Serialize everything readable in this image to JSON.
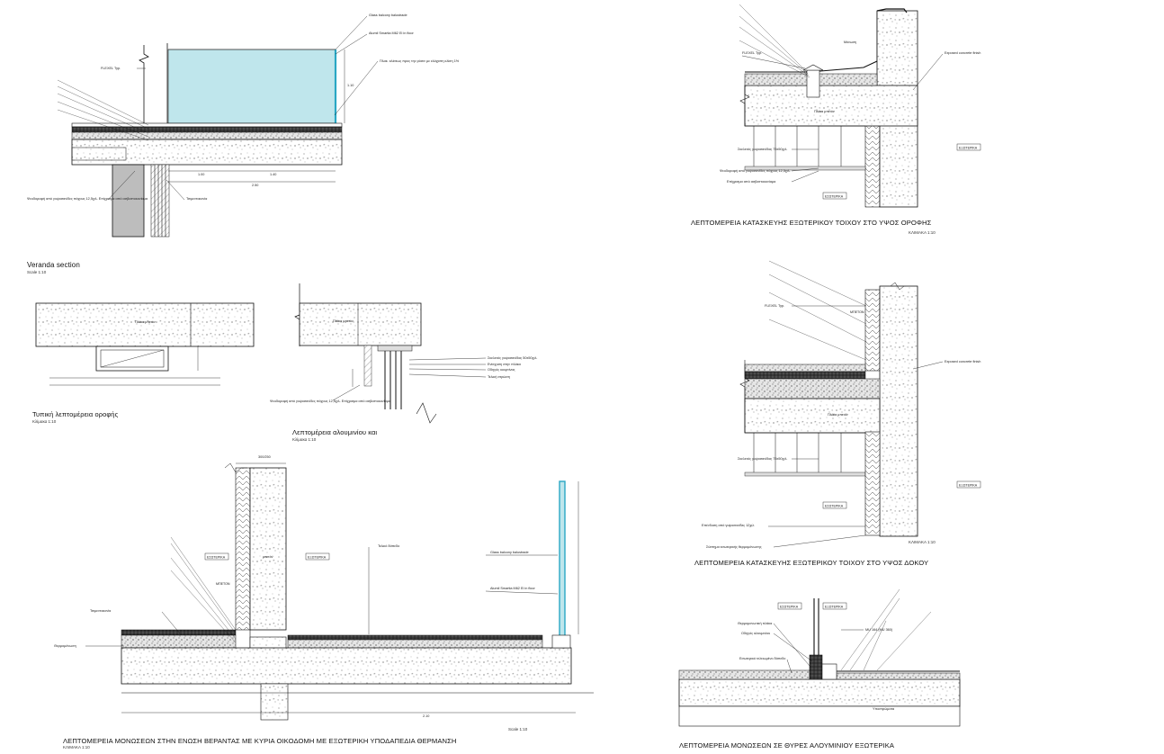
{
  "details": {
    "veranda": {
      "title": "Veranda section",
      "scale": "Scale 1:10",
      "notes": [
        "Glass balcony balustrade",
        "Alumil Smartia M62 Ei in floor",
        "FLEXEL Typ.",
        "Πλακ. κλίσεως προς την ρύσιν με ελάχιστη κλίση 1%",
        "Ψευδοροφή από γυψοσανίδες πάχους 12,5χιλ. Επίχρισμα από ασβεστοκονίαμα",
        "Τσιμεντοκονία"
      ],
      "dims": [
        "1.00",
        "1.40",
        "2.50",
        "1.10"
      ]
    },
    "roof_typical": {
      "title": "Τυπική λεπτομέρεια οροφής",
      "scale": "Κλίμακα 1:10",
      "inner_label": "Πλάκα μπετόν"
    },
    "aluminium": {
      "title": "Λεπτομέρεια αλουμινίου και",
      "scale": "Κλίμακα 1:10",
      "inner_label": "Πλάκα μπετόν",
      "notes": [
        "Σκελετός γυψοσανίδας 50x50χιλ.",
        "Ενίσχυση στην πλάκα",
        "Οδηγός κουρτίνας",
        "Τελική στρώση",
        "Ψευδοροφή από γυψοσανίδες πάχους 12,5χιλ. Επίχρισμα από ασβεστοκονίαμα"
      ]
    },
    "veranda_insulation": {
      "title": "ΛΕΠΤΟΜΕΡΕΙΑ ΜΟΝΩΣΕΩΝ ΣΤΗΝ ΕΝΩΣΗ ΒΕΡΑΝΤΑΣ ΜΕ ΚΥΡΙΑ ΟΙΚΟΔΟΜΗ ΜΕ ΕΞΩΤΕΡΙΚΗ ΥΠΟΔΑΠΕΔΙΑ ΘΕΡΜΑΝΣΗ",
      "scale": "ΚΛΙΜΑΚΑ 1:10",
      "scale_right": "Scale 1:10",
      "tags": [
        "ΕΣΩΤΕΡΙΚΑ",
        "ΕΞΩΤΕΡΙΚΑ",
        "ΜΠΕΤΟΝ",
        "μπετόν"
      ],
      "dims": [
        "300/250",
        "2.10"
      ],
      "notes": [
        "Glass balcony balustrade",
        "Alumil Smartia M62 Ei in floor",
        "Τελικό δάπεδο",
        "Τσιμεντοκονία",
        "Θερμομόνωση"
      ]
    },
    "wall_roof": {
      "title": "ΛΕΠΤΟΜΕΡΕΙΑ ΚΑΤΑΣΚΕΥΗΣ ΕΞΩΤΕΡΙΚΟΥ ΤΟΙΧΟΥ ΣΤΟ ΥΨΟΣ ΟΡΟΦΗΣ",
      "scale": "ΚΛΙΜΑΚΑ 1:10",
      "tags": [
        "ΕΣΩΤΕΡΙΚΑ",
        "ΕΞΩΤΕΡΙΚΑ",
        "Μόνωση",
        "Πλάκα μπετόν"
      ],
      "notes": [
        "Exposed concrete finish",
        "FLEXEL Typ.",
        "Σκελετός γυψοσανίδας 75x50χιλ.",
        "Ψευδοροφή από γυψοσανίδες πάχους 12,5χιλ.",
        "Επίχρισμα από ασβεστοκονίαμα"
      ]
    },
    "wall_beam": {
      "title": "ΛΕΠΤΟΜΕΡΕΙΑ ΚΑΤΑΣΚΕΥΗΣ ΕΞΩΤΕΡΙΚΟΥ ΤΟΙΧΟΥ ΣΤΟ ΥΨΟΣ ΔΟΚΟΥ",
      "scale": "ΚΛΙΜΑΚΑ 1:10",
      "tags": [
        "ΕΣΩΤΕΡΙΚΑ",
        "ΕΞΩΤΕΡΙΚΑ",
        "ΜΠΕΤΟΝ",
        "Πλάκα μπετόν"
      ],
      "notes": [
        "Exposed concrete finish",
        "FLEXEL Typ.",
        "Σκελετός γυψοσανίδας 75x50χιλ.",
        "Επένδυση από γυψοσανίδες 12χιλ.",
        "Σύστημα εσωτερικής θερμομόνωσης"
      ]
    },
    "aluminium_doors": {
      "title": "ΛΕΠΤΟΜΕΡΕΙΑ ΜΟΝΩΣΕΩΝ ΣΕ ΘΥΡΕΣ ΑΛΟΥΜΙΝΙΟΥ ΕΞΩΤΕΡΙΚΑ",
      "tags": [
        "ΕΣΩΤΕΡΙΚΑ",
        "ΕΞΩΤΕΡΙΚΑ"
      ],
      "notes": [
        "Θερμομονωτική πλάκα",
        "Οδηγός αλουμινίου",
        "Εσωτερικό τελειωμένο δάπεδο",
        "Υποστρώματα",
        "MU 164 (MU 360)"
      ]
    }
  },
  "colors": {
    "glass": "#bfe6ec",
    "glass_edge": "#2aa7c4",
    "line": "#111111"
  }
}
